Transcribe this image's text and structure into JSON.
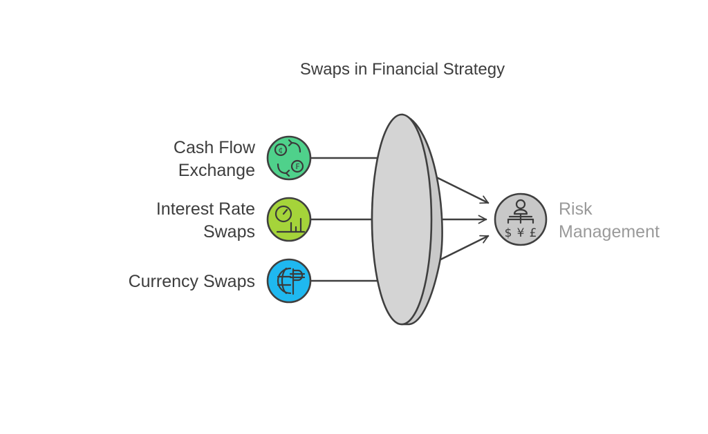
{
  "title": "Swaps in Financial Strategy",
  "inputs": [
    {
      "id": "cash-flow-exchange",
      "label_lines": [
        "Cash Flow",
        "Exchange"
      ],
      "icon": "currency-exchange-icon",
      "color": "#4fd18b"
    },
    {
      "id": "interest-rate-swaps",
      "label_lines": [
        "Interest Rate",
        "Swaps"
      ],
      "icon": "gauge-chart-icon",
      "color": "#a5d43a"
    },
    {
      "id": "currency-swaps",
      "label_lines": [
        "Currency Swaps"
      ],
      "icon": "globe-currency-icon",
      "color": "#1fb8f0"
    }
  ],
  "output": {
    "label_lines": [
      "Risk",
      "Management"
    ],
    "icon": "risk-management-icon",
    "color": "#c8c8c8",
    "currency_symbols": [
      "$",
      "¥",
      "£"
    ]
  },
  "lens_color": "#d4d4d4"
}
